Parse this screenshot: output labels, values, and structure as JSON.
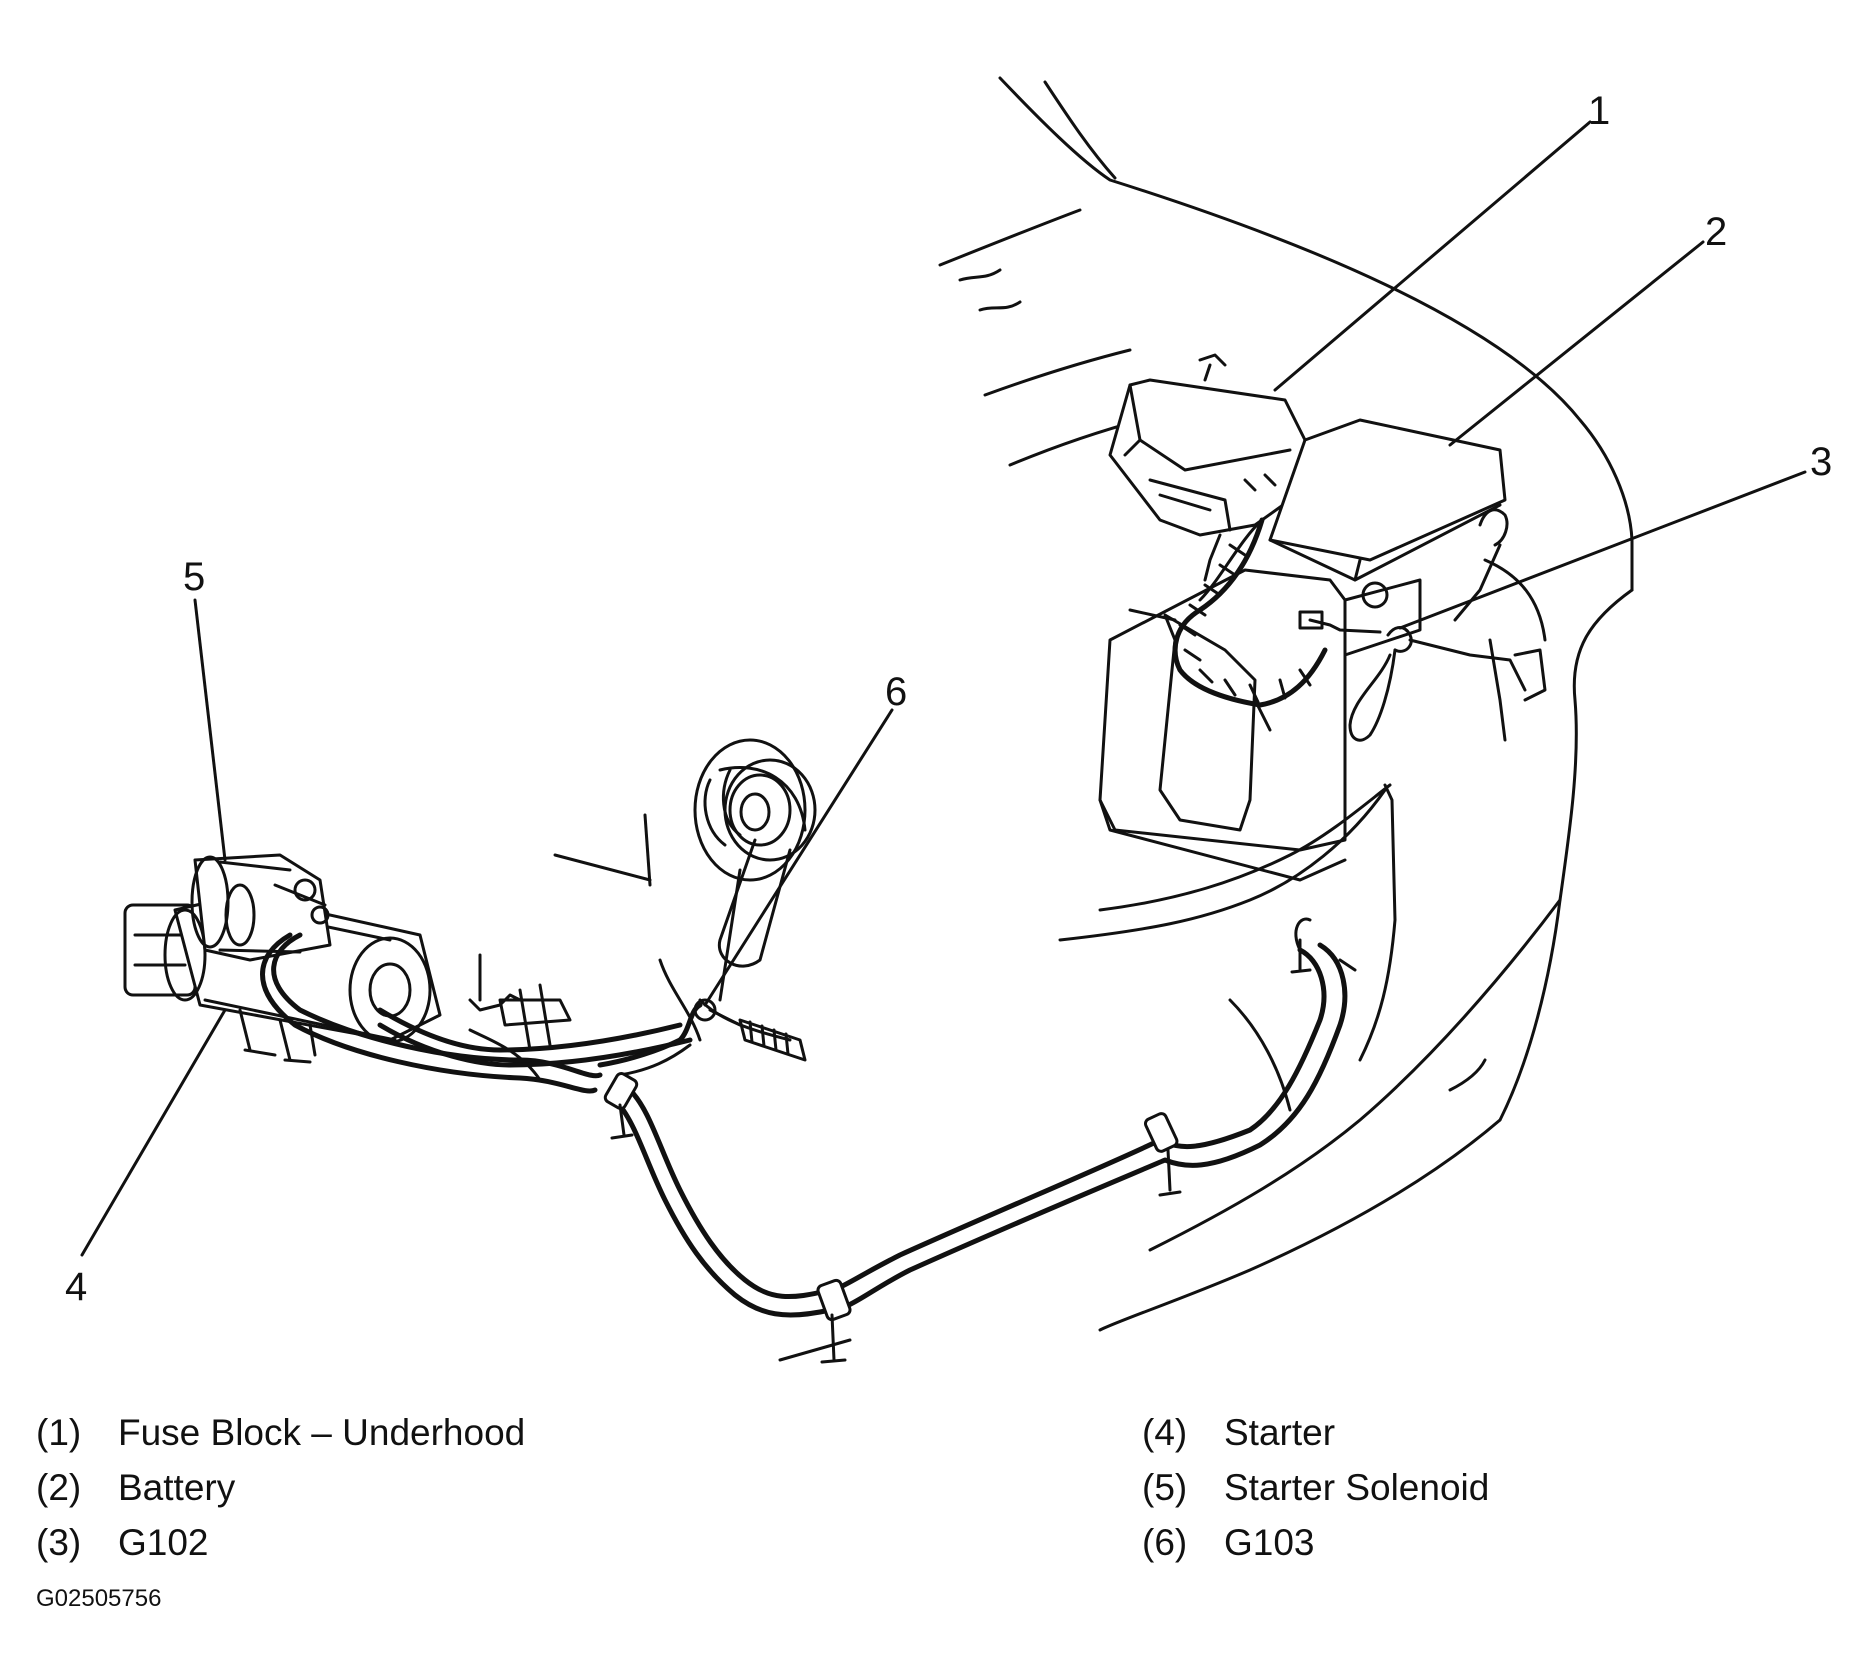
{
  "callouts": {
    "c1": "1",
    "c2": "2",
    "c3": "3",
    "c4": "4",
    "c5": "5",
    "c6": "6"
  },
  "legend": [
    {
      "num": "(1)",
      "label": "Fuse Block – Underhood"
    },
    {
      "num": "(2)",
      "label": "Battery"
    },
    {
      "num": "(3)",
      "label": "G102"
    },
    {
      "num": "(4)",
      "label": "Starter"
    },
    {
      "num": "(5)",
      "label": "Starter Solenoid"
    },
    {
      "num": "(6)",
      "label": "G103"
    }
  ],
  "figure_id": "G02505756"
}
